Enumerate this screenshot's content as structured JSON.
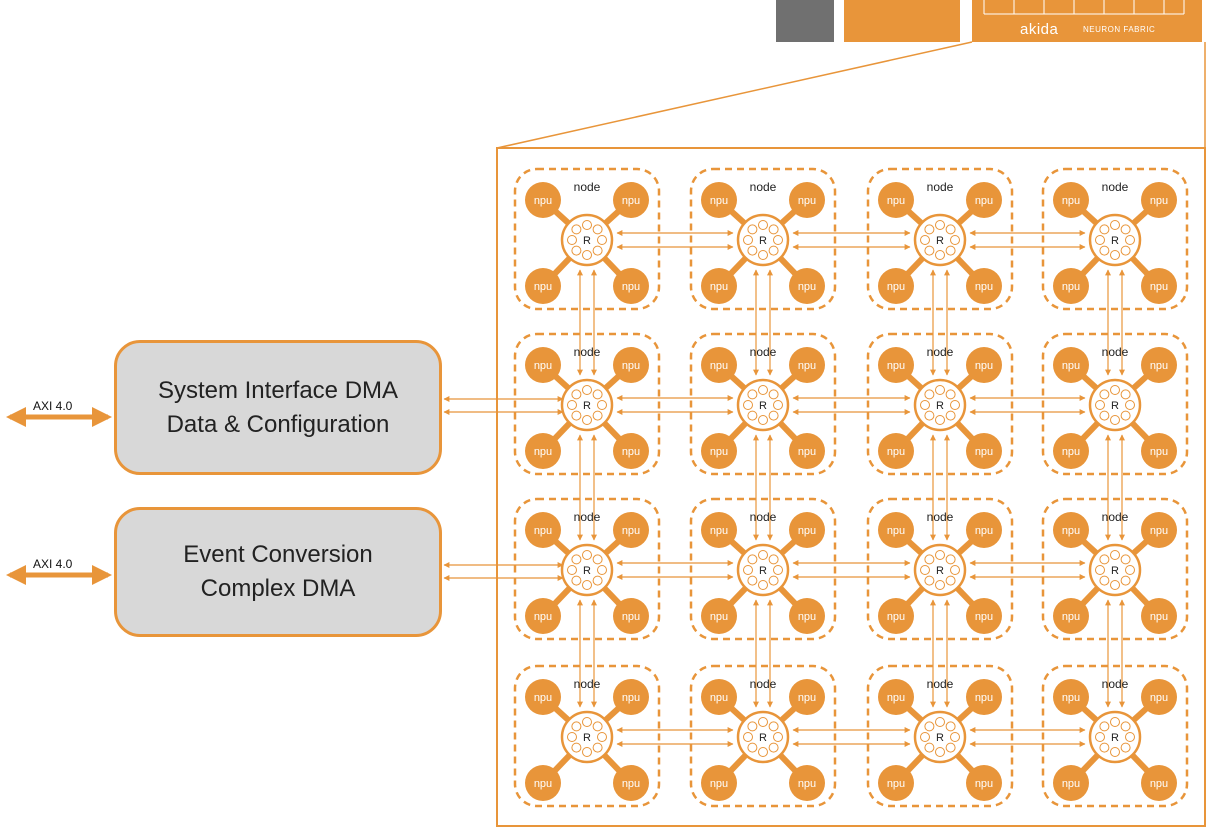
{
  "banner": {
    "logo_text": "akida",
    "subtitle": "NEURON FABRIC"
  },
  "interfaces": [
    {
      "axi_label": "AXI 4.0",
      "title_line1": "System Interface DMA",
      "title_line2": "Data & Configuration"
    },
    {
      "axi_label": "AXI 4.0",
      "title_line1": "Event Conversion",
      "title_line2": "Complex DMA"
    }
  ],
  "fabric": {
    "rows": 4,
    "cols": 4,
    "node_label": "node",
    "router_label": "R",
    "npu_label": "npu"
  },
  "colors": {
    "accent": "#e8953a",
    "box_fill": "#d8d8d8",
    "banner_gray": "#707070"
  }
}
